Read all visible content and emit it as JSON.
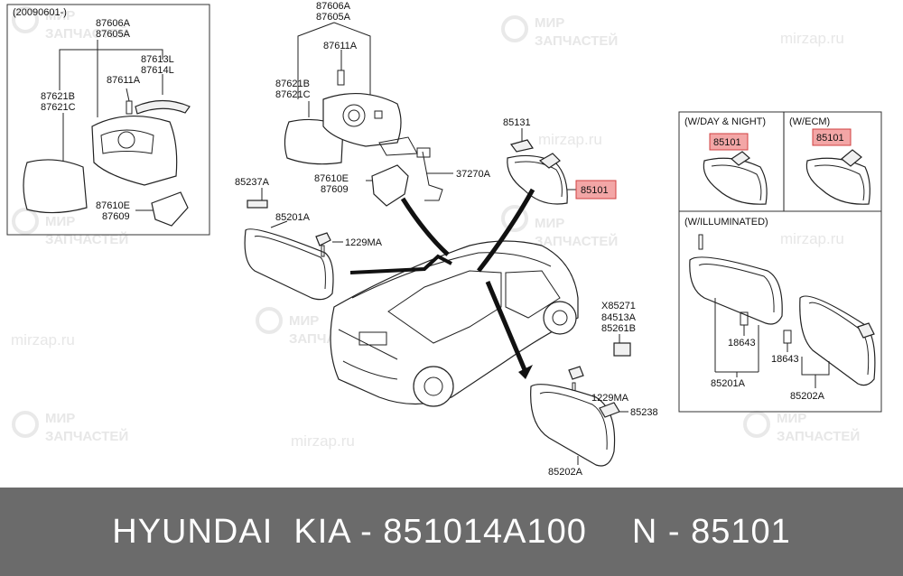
{
  "watermark": {
    "brand_line1": "МИР",
    "brand_line2": "ЗАПЧАСТЕЙ",
    "site": "mirzap.ru"
  },
  "inset_left": {
    "date_note": "(20090601-)"
  },
  "inset_right": {
    "day_night": "(W/DAY & NIGHT)",
    "ecm": "(W/ECM)",
    "illuminated": "(W/ILLUMINATED)"
  },
  "labels": {
    "l_87606a": "87606A",
    "l_87605a": "87605A",
    "l_87613l": "87613L",
    "l_87614l": "87614L",
    "l_87611a": "87611A",
    "l_87621b": "87621B",
    "l_87621c": "87621C",
    "l_87610e": "87610E",
    "l_87609": "87609",
    "c_87606a": "87606A",
    "c_87605a": "87605A",
    "c_87611a": "87611A",
    "c_87621b": "87621B",
    "c_87621c": "87621C",
    "c_87610e": "87610E",
    "c_87609": "87609",
    "c_37270a": "37270A",
    "c_85131": "85131",
    "c_85101": "85101",
    "c_85237a": "85237A",
    "c_85201a": "85201A",
    "c_1229ma": "1229MA",
    "c_x85271": "X85271",
    "c_84513a": "84513A",
    "c_85261b": "85261B",
    "c_1229ma_b": "1229MA",
    "c_85238": "85238",
    "c_85202a": "85202A",
    "r_85101_a": "85101",
    "r_85101_b": "85101",
    "r_18643_a": "18643",
    "r_18643_b": "18643",
    "r_85201a": "85201A",
    "r_85202a": "85202A"
  },
  "footer": {
    "part_info": "HYUNDAI  KIA - 851014A100",
    "ref_info": "N - 85101"
  }
}
